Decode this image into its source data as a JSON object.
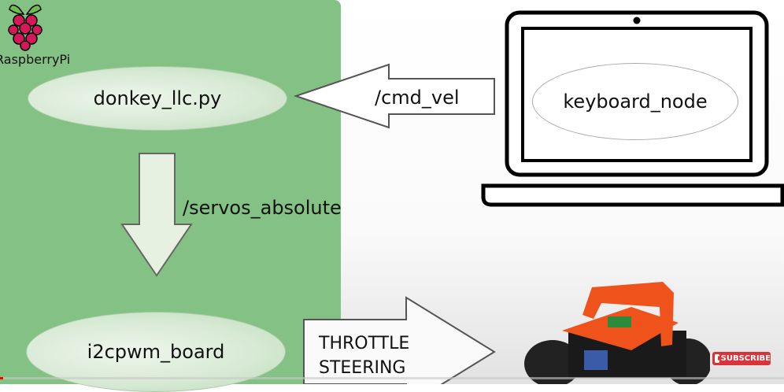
{
  "logo": {
    "text": "RaspberryPi"
  },
  "nodes": {
    "donkey": "donkey_llc.py",
    "i2cpwm": "i2cpwm_board",
    "keyboard": "keyboard_node"
  },
  "topics": {
    "cmd_vel": "/cmd_vel",
    "servos": "/servos_absolute",
    "throttle": "THROTTLE",
    "steering": "STEERING"
  },
  "overlay": {
    "subscribe": "SUBSCRIBE"
  },
  "player": {
    "progress_percent": 0.4
  },
  "colors": {
    "panel": "#84c184",
    "subscribe": "#d8353a",
    "car": "#f0521c"
  }
}
